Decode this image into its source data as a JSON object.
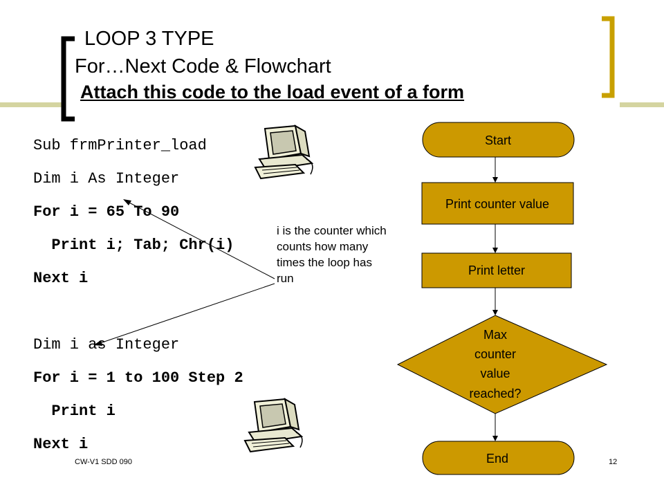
{
  "slide": {
    "title_line1": "LOOP 3 TYPE",
    "title_line2": "For…Next Code & Flowchart",
    "title_line3": "Attach this code to the load event of a form",
    "footer_left": "CW-V1  SDD 090",
    "footer_page": "12",
    "colors": {
      "accent_gold": "#c8a000",
      "flow_fill": "#cc9900",
      "bar": "#d4d4a0"
    }
  },
  "code": {
    "lines": [
      "Sub frmPrinter_load",
      "Dim i As Integer",
      "For i = 65 To 90",
      "  Print i; Tab; Chr(i)",
      "Next i",
      "Dim i as Integer",
      "For i = 1 to 100 Step 2",
      "  Print i",
      "Next i"
    ]
  },
  "callout": {
    "text": "i is the counter which counts how many times the loop has run"
  },
  "flowchart": {
    "start": "Start",
    "step1": "Print counter value",
    "step2": "Print letter",
    "decision_line1": "Max",
    "decision_line2": "counter",
    "decision_line3": "value",
    "decision_line4": "reached?",
    "end": "End"
  },
  "icons": [
    "computer-icon",
    "computer-icon"
  ]
}
